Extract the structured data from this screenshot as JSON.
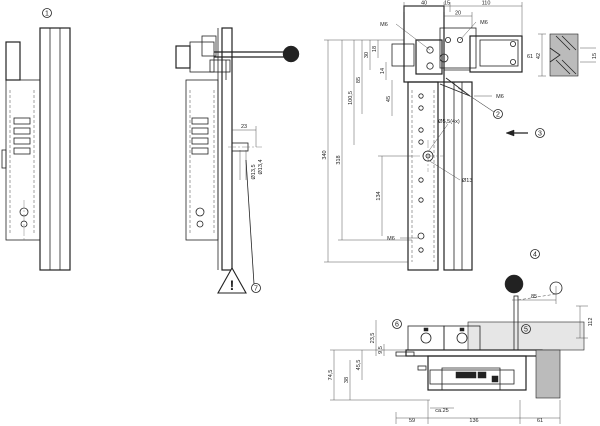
{
  "callouts": {
    "c1": "1",
    "c2": "2",
    "c3": "3",
    "c4": "4",
    "c5": "5",
    "c6": "6",
    "c7": "7"
  },
  "dims": {
    "top_40": "40",
    "top_15": "15",
    "top_110": "110",
    "top_20": "20",
    "m6_a": "M6",
    "m6_b": "M6",
    "m6_c": "M6",
    "m6_d": "M6",
    "v_30": "30",
    "v_18": "18",
    "v_14": "14",
    "v_85": "85",
    "v_1005": "100,5",
    "v_45": "45",
    "v_340": "340",
    "v_318": "318",
    "v_134": "134",
    "d_654h": "Ø5,5(4x)",
    "d_h": "Ø13",
    "r_42": "42",
    "r_61": "61",
    "r_15": "15",
    "side_23": "23",
    "side_d1": "Ø13,4",
    "side_d2": "Ø13,5",
    "b_85": "85",
    "b_112": "112",
    "b_235": "23,5",
    "b_95": "9,5",
    "b_455": "45,5",
    "b_38": "38",
    "b_745": "74,5",
    "b_59": "59",
    "b_136": "136",
    "b_61": "61",
    "b_ca25": "ca.25"
  },
  "warning": {
    "symbol": "!"
  }
}
